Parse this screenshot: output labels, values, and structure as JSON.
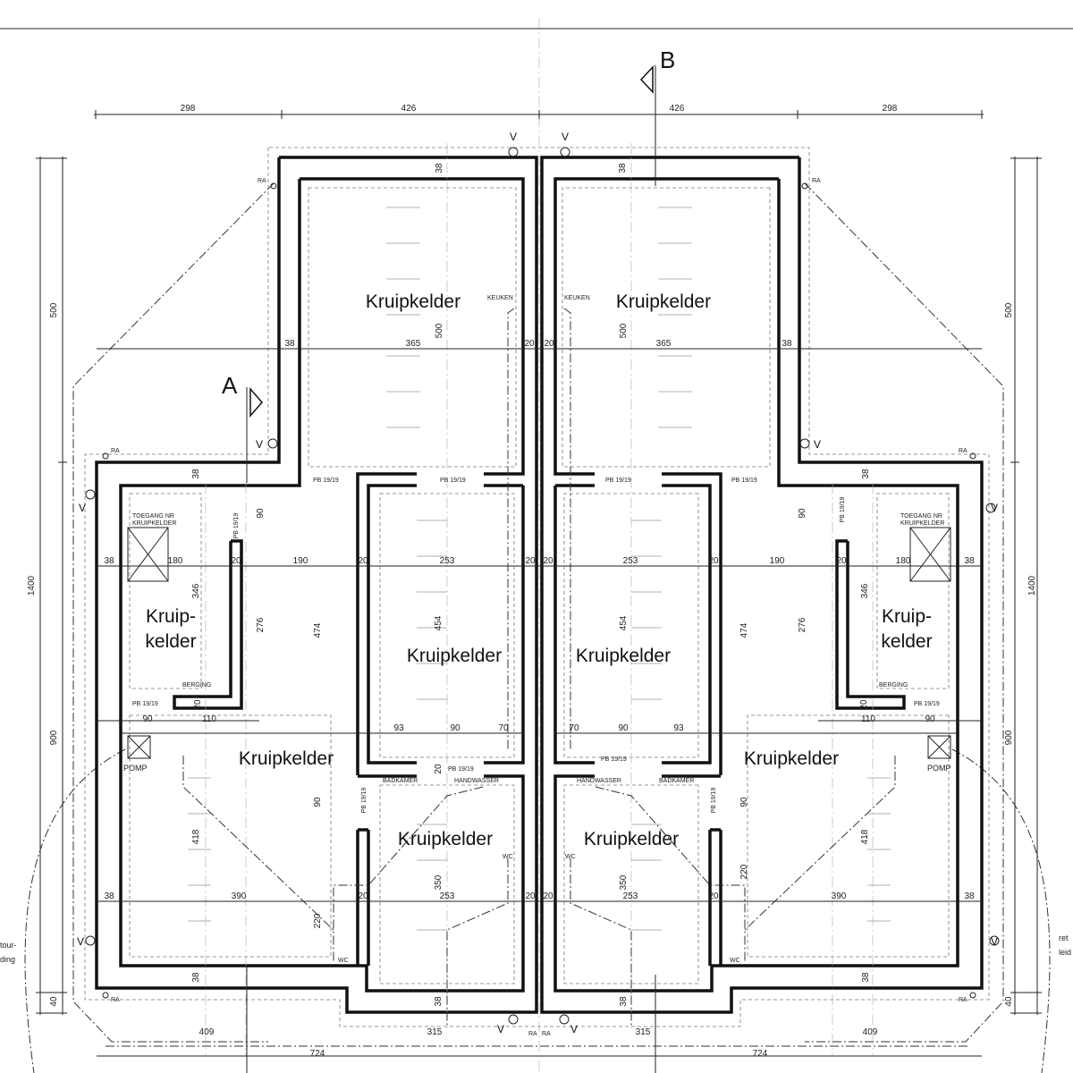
{
  "section_markers": {
    "a": "A",
    "b": "B"
  },
  "valve": "V",
  "ra": "RA",
  "rooms": {
    "kruipkelder": "Kruipkelder",
    "kruip": "Kruip-",
    "kelder": "kelder"
  },
  "labels": {
    "keuken": "KEUKEN",
    "berging": "BERGING",
    "pomp": "POMP",
    "badkamer": "BADKAMER",
    "handwasser": "HANDWASSER",
    "wc": "WC",
    "pb": "PB 19/19",
    "toegang1": "TOEGANG NR",
    "toegang2": "KRUIPKELDER",
    "edge_left1": "tour-",
    "edge_left2": "ding",
    "edge_right1": "ret",
    "edge_right2": "leid"
  },
  "dims": {
    "d298": "298",
    "d426": "426",
    "d38": "38",
    "d365": "365",
    "d500": "500",
    "d20": "20",
    "d1400": "1400",
    "d900": "900",
    "d40": "40",
    "d180": "180",
    "d190": "190",
    "d253": "253",
    "d346": "346",
    "d276": "276",
    "d474": "474",
    "d454": "454",
    "d90": "90",
    "d110": "110",
    "d93": "93",
    "d70": "70",
    "d418": "418",
    "d390": "390",
    "d220": "220",
    "d350": "350",
    "d409": "409",
    "d315": "315",
    "d724": "724"
  }
}
